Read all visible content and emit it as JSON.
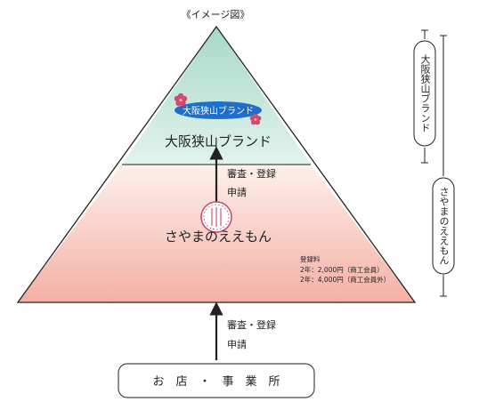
{
  "header": {
    "caption": "《イメージ図》"
  },
  "pyramid": {
    "top_brand_logo_text": "大阪狭山ブランド",
    "top_label": "大阪狭山ブランド",
    "bottom_label": "さやまのええもん",
    "seal_text": "さやまのええもん",
    "inner_step": {
      "line1": "審査・登録",
      "line2": "申請"
    },
    "fees": {
      "title": "登録料",
      "line1": "2年：2,000円（商工会員）",
      "line2": "2年：4,000円（商工会員外）"
    }
  },
  "lower_step": {
    "line1": "審査・登録",
    "line2": "申請"
  },
  "shop_box": {
    "label": "お　店　・　事　業　所"
  },
  "side_labels": {
    "upper": "大阪狭山ブランド",
    "lower": "さやまのええもん"
  },
  "colors": {
    "top_gradient_start": "#a7d9c8",
    "top_gradient_end": "#e2f3ee",
    "bottom_gradient_start": "#fbe6e0",
    "bottom_gradient_end": "#f4b0a4",
    "logo_ellipse": "#1d6fc9",
    "flower": "#d4467a",
    "seal": "#c6476b"
  }
}
